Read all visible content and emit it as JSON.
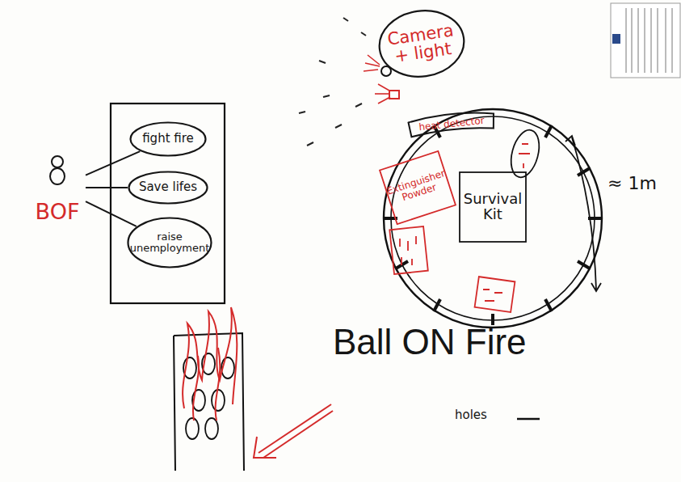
{
  "diagram": {
    "title": "Ball ON Fire",
    "nodes": [
      {
        "text": [
          "BOF"
        ]
      },
      {
        "text": [
          "fight fire"
        ]
      },
      {
        "text": [
          "Save lifes"
        ]
      },
      {
        "text": [
          "raise unemployment"
        ]
      },
      {
        "text": [
          "Camera + light"
        ]
      },
      {
        "text": [
          "heat detector"
        ]
      },
      {
        "text": [
          "Extinguisher Powder"
        ]
      },
      {
        "text": [
          "Survival Kit"
        ]
      }
    ],
    "edges": [
      {
        "from": 0,
        "to": 1,
        "arrow": "none"
      },
      {
        "from": 0,
        "to": 2,
        "arrow": "none"
      },
      {
        "from": 0,
        "to": 3,
        "arrow": "none"
      }
    ],
    "labels": [
      "≈ 1m",
      "holes"
    ]
  }
}
